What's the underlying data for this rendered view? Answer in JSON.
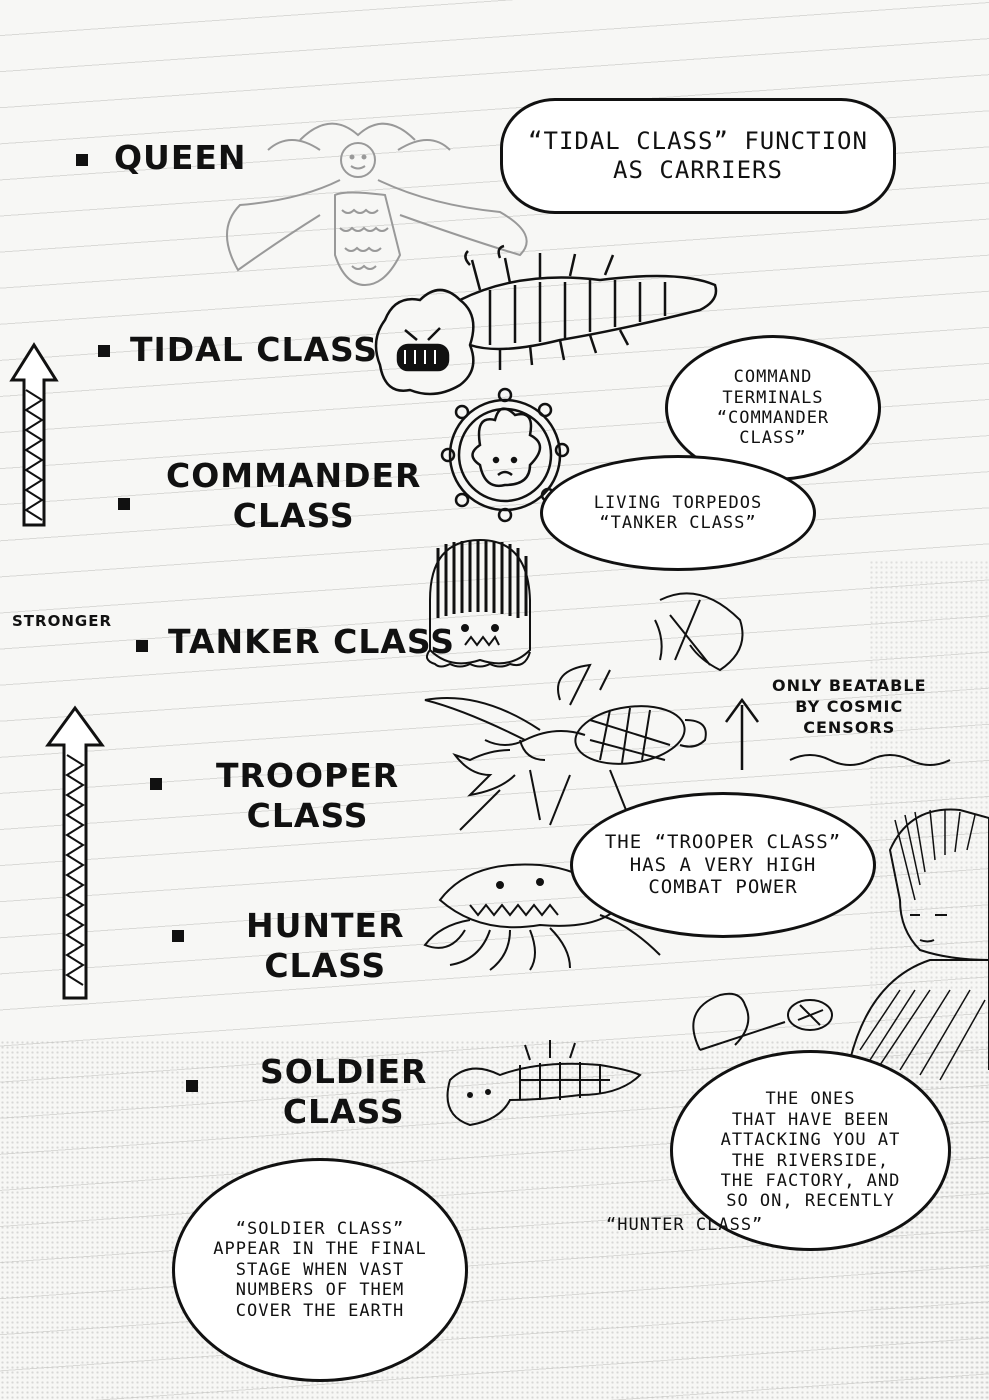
{
  "hierarchy": {
    "ranks": [
      {
        "label": "QUEEN"
      },
      {
        "label": "TIDAL CLASS"
      },
      {
        "label": "COMMANDER\nCLASS"
      },
      {
        "label": "TANKER CLASS"
      },
      {
        "label": "TROOPER\nCLASS"
      },
      {
        "label": "HUNTER\nCLASS"
      },
      {
        "label": "SOLDIER\nCLASS"
      }
    ],
    "stronger_label": "STRONGER"
  },
  "bubbles": {
    "tidal": "“TIDAL CLASS” FUNCTION\nAS CARRIERS",
    "commander": "COMMAND\nTERMINALS\n“COMMANDER\nCLASS”",
    "tanker": "LIVING TORPEDOS\n“TANKER CLASS”",
    "trooper": "THE “TROOPER CLASS”\nHAS A VERY HIGH\nCOMBAT POWER",
    "hunter": "THE ONES\nTHAT HAVE BEEN\nATTACKING YOU AT\nTHE RIVERSIDE,\nTHE FACTORY, AND\nSO ON, RECENTLY",
    "hunter_name": "“HUNTER CLASS”",
    "soldier": "“SOLDIER CLASS”\nAPPEAR IN THE FINAL\nSTAGE WHEN VAST\nNUMBERS OF THEM\nCOVER THE EARTH"
  },
  "notes": {
    "cosmic": "ONLY BEATABLE\nBY COSMIC\nCENSORS"
  },
  "icons": [
    "queen-doodle",
    "tidal-worm-doodle",
    "commander-doodle",
    "tanker-doodle",
    "trooper-insect-doodle",
    "hunter-shark-doodle",
    "soldier-fish-doodle",
    "up-arrow-icon",
    "character-sketch"
  ]
}
